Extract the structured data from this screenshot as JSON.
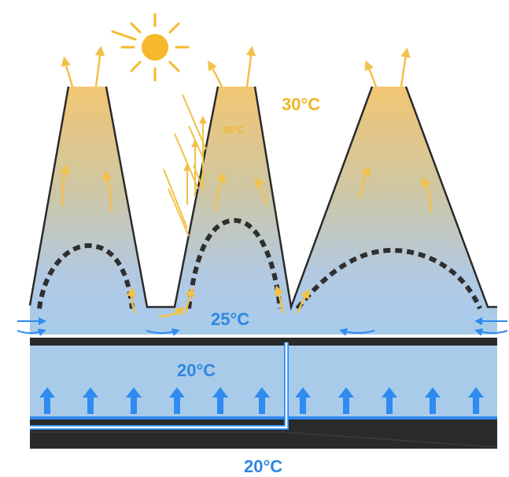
{
  "labels": {
    "top_temp": "30°C",
    "peak_temp": "45°C",
    "mid_temp": "25°C",
    "lower_temp": "20°C",
    "ground_temp": "20°C"
  },
  "colors": {
    "warm": "#f2c14a",
    "warm_text": "#f0b728",
    "cool_text": "#2d87e3",
    "blue_arrow": "#2e8bef",
    "blue_zone": "#a9cbea",
    "outline": "#2a2a2a",
    "sun": "#f6b92c"
  },
  "icons": {
    "sun": "sun-icon",
    "up_arrow": "up-arrow-icon",
    "airflow": "airflow-arrow-icon"
  }
}
